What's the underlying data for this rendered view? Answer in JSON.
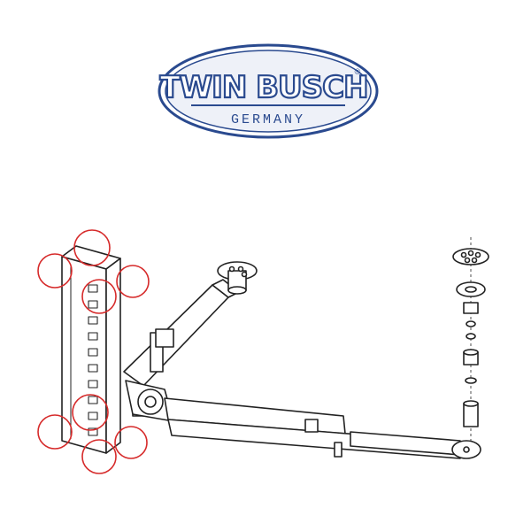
{
  "logo": {
    "brand": "TWIN BUSCH",
    "registered_mark": "®",
    "country": "GERMANY"
  },
  "colors": {
    "logo_blue": "#2a4a8f",
    "logo_fill": "#eef1f8",
    "highlight_circle": "#d62a2a",
    "line_art": "#222222"
  },
  "diagram": {
    "highlight_markers": 8
  }
}
